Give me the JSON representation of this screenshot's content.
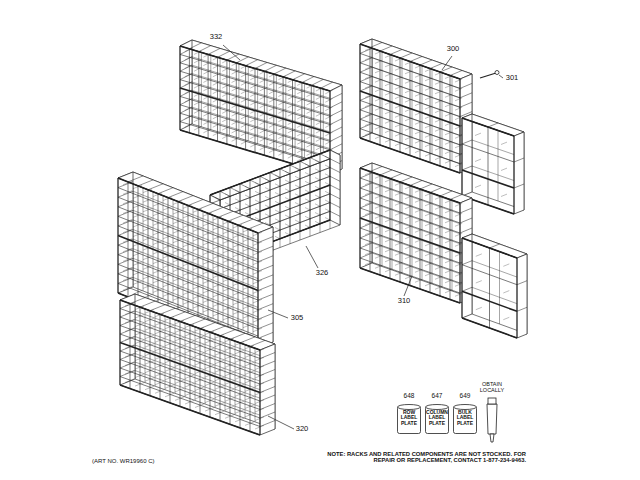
{
  "diagram": {
    "nodes": [
      {
        "text": [
          "ROW LABEL PLATE"
        ]
      },
      {
        "text": [
          "COLUMN LABEL PLATE"
        ]
      },
      {
        "text": [
          "BULK LABEL PLATE"
        ]
      }
    ],
    "labels": [
      "332",
      "300",
      "301",
      "326",
      "305",
      "310",
      "320",
      "648",
      "647",
      "649",
      "OBTAIN LOCALLY",
      "NOTE: RACKS AND RELATED COMPONENTS ARE NOT STOCKED. FOR REPAIR OR REPLACEMENT, CONTACT 1-877-234-9463.",
      "(ART NO. WR19960 C)"
    ]
  }
}
